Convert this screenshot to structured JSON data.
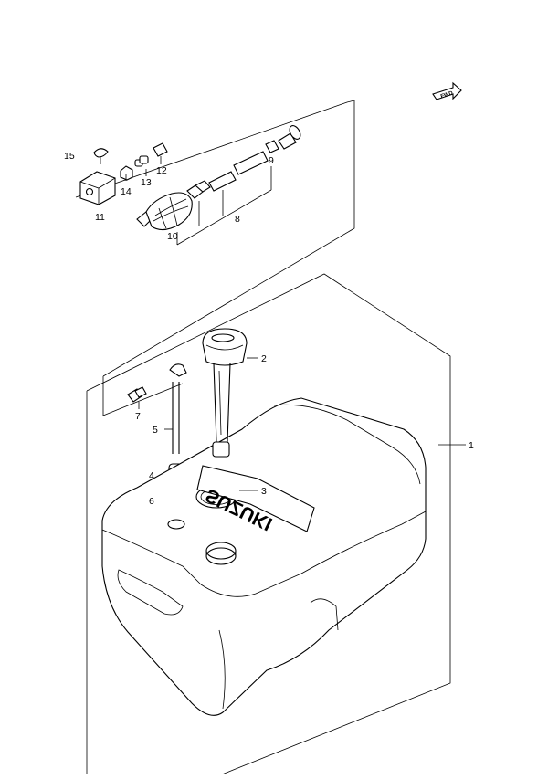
{
  "diagram": {
    "direction_badge": "FWD",
    "brand_embossing": "SUZUKI",
    "callouts": [
      {
        "id": "1",
        "label": "1",
        "part": "fuel-tank"
      },
      {
        "id": "2",
        "label": "2",
        "part": "fuel-gauge"
      },
      {
        "id": "3",
        "label": "3",
        "part": "gauge-gasket"
      },
      {
        "id": "4",
        "label": "4",
        "part": "pickup-filter"
      },
      {
        "id": "5",
        "label": "5",
        "part": "suction-pipe"
      },
      {
        "id": "6",
        "label": "6",
        "part": "o-ring"
      },
      {
        "id": "7",
        "label": "7",
        "part": "tank-connector"
      },
      {
        "id": "8",
        "label": "8",
        "part": "fuel-hose-assembly"
      },
      {
        "id": "9",
        "label": "9",
        "part": "hose-connector"
      },
      {
        "id": "10",
        "label": "10",
        "part": "primer-bulb"
      },
      {
        "id": "11",
        "label": "11",
        "part": "hose-holder"
      },
      {
        "id": "12",
        "label": "12",
        "part": "sleeve"
      },
      {
        "id": "13",
        "label": "13",
        "part": "nozzle"
      },
      {
        "id": "14",
        "label": "14",
        "part": "clip"
      },
      {
        "id": "15",
        "label": "15",
        "part": "cap"
      }
    ]
  }
}
